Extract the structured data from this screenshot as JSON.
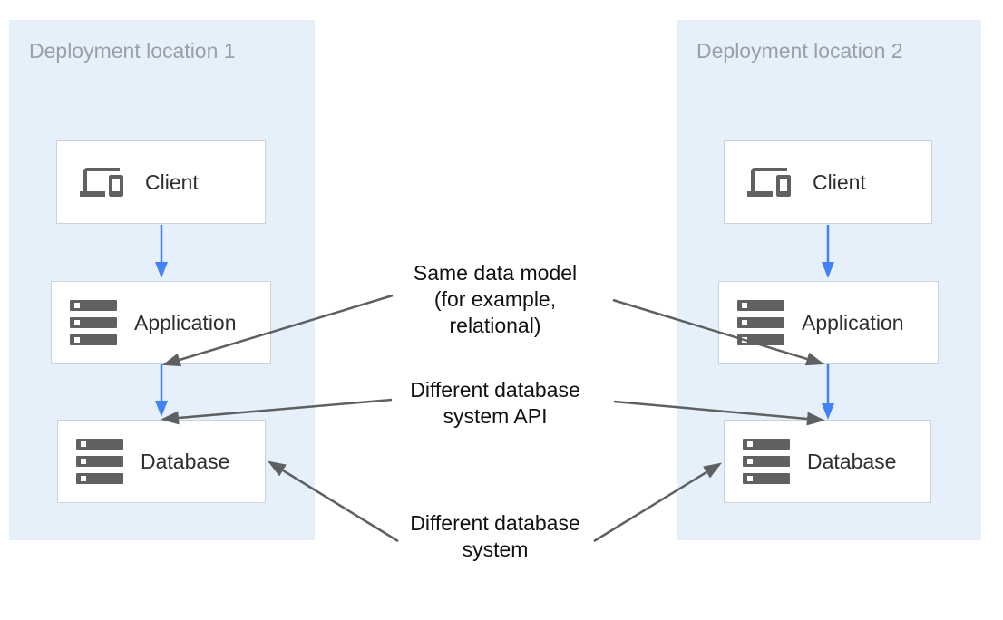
{
  "diagram": {
    "panels": [
      {
        "title": "Deployment location 1",
        "nodes": [
          {
            "label": "Client",
            "icon": "devices-icon"
          },
          {
            "label": "Application",
            "icon": "stacked-servers-icon"
          },
          {
            "label": "Database",
            "icon": "stacked-servers-icon"
          }
        ]
      },
      {
        "title": "Deployment location 2",
        "nodes": [
          {
            "label": "Client",
            "icon": "devices-icon"
          },
          {
            "label": "Application",
            "icon": "stacked-servers-icon"
          },
          {
            "label": "Database",
            "icon": "stacked-servers-icon"
          }
        ]
      }
    ],
    "annotations": [
      {
        "text": "Same data model\n(for example,\nrelational)"
      },
      {
        "text": "Different database\nsystem API"
      },
      {
        "text": "Different database\nsystem"
      }
    ]
  },
  "colors": {
    "panel_bg": "#E5F0FA",
    "panel_title": "#9AA0A6",
    "box_border": "#CDD2D7",
    "box_bg": "#FFFFFF",
    "box_text": "#2E2E2E",
    "icon_gray": "#616161",
    "flow_arrow_blue": "#4282F4",
    "annotation_arrow_gray": "#5E6062",
    "annotation_text": "#111111"
  }
}
